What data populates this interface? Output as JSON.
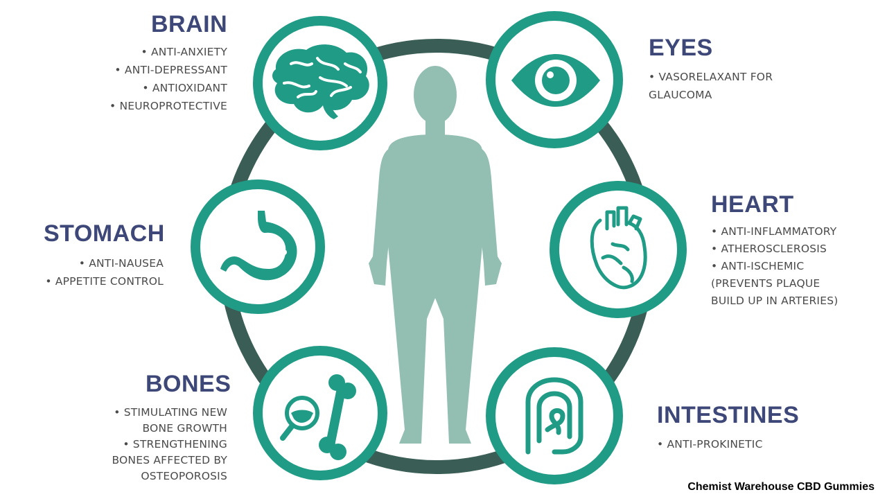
{
  "colors": {
    "teal": "#1f9b86",
    "teal_light": "#6dc2b0",
    "ring": "#3a5e55",
    "body": "#93bfb3",
    "title": "#3d4778"
  },
  "brain": {
    "title": "BRAIN",
    "items": [
      "• ANTI-ANXIETY",
      "• ANTI-DEPRESSANT",
      "• ANTIOXIDANT",
      "• NEUROPROTECTIVE"
    ],
    "icon": "brain-icon"
  },
  "eyes": {
    "title": "EYES",
    "items": [
      "• VASORELAXANT FOR",
      "GLAUCOMA"
    ],
    "icon": "eye-icon"
  },
  "stomach": {
    "title": "STOMACH",
    "items": [
      "• ANTI-NAUSEA",
      "• APPETITE CONTROL"
    ],
    "icon": "stomach-icon"
  },
  "heart": {
    "title": "HEART",
    "items": [
      "• ANTI-INFLAMMATORY",
      "• ATHEROSCLEROSIS",
      "• ANTI-ISCHEMIC",
      "(PREVENTS PLAQUE",
      "BUILD UP IN ARTERIES)"
    ],
    "icon": "heart-icon"
  },
  "bones": {
    "title": "BONES",
    "items": [
      "• STIMULATING NEW",
      "BONE GROWTH",
      "• STRENGTHENING",
      "BONES AFFECTED BY",
      "OSTEOPOROSIS"
    ],
    "icon": "bone-icon"
  },
  "intestines": {
    "title": "INTESTINES",
    "items": [
      "• ANTI-PROKINETIC"
    ],
    "icon": "intestines-icon"
  },
  "watermark": "Chemist Warehouse CBD Gummies"
}
